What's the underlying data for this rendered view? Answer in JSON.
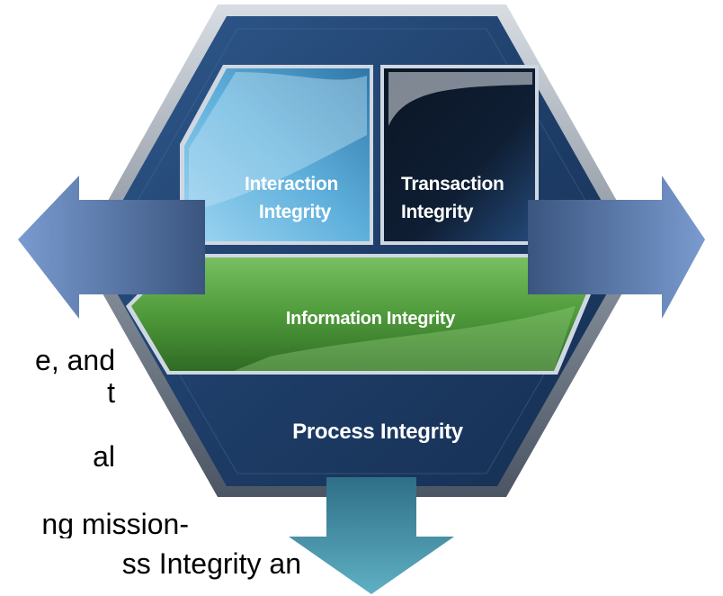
{
  "diagram": {
    "center_boxes": {
      "interaction": [
        "Interaction",
        "Integrity"
      ],
      "transaction": [
        "Transaction",
        "Integrity"
      ],
      "information": "Information Integrity"
    },
    "outer_label": "Process Integrity",
    "colors": {
      "hexagon_dark": "#1d3c66",
      "hexagon_mid": "#2f5a8e",
      "interaction_box": "#5fb0dc",
      "transaction_box": "#0f1e33",
      "information_box": "#4f9a3a",
      "side_arrows": "#6383b9",
      "bottom_arrow": "#3e8fa6"
    }
  },
  "slide_text_fragments": [
    "e, and",
    "t",
    "al",
    "ng mission-",
    "ss Integrity an"
  ]
}
